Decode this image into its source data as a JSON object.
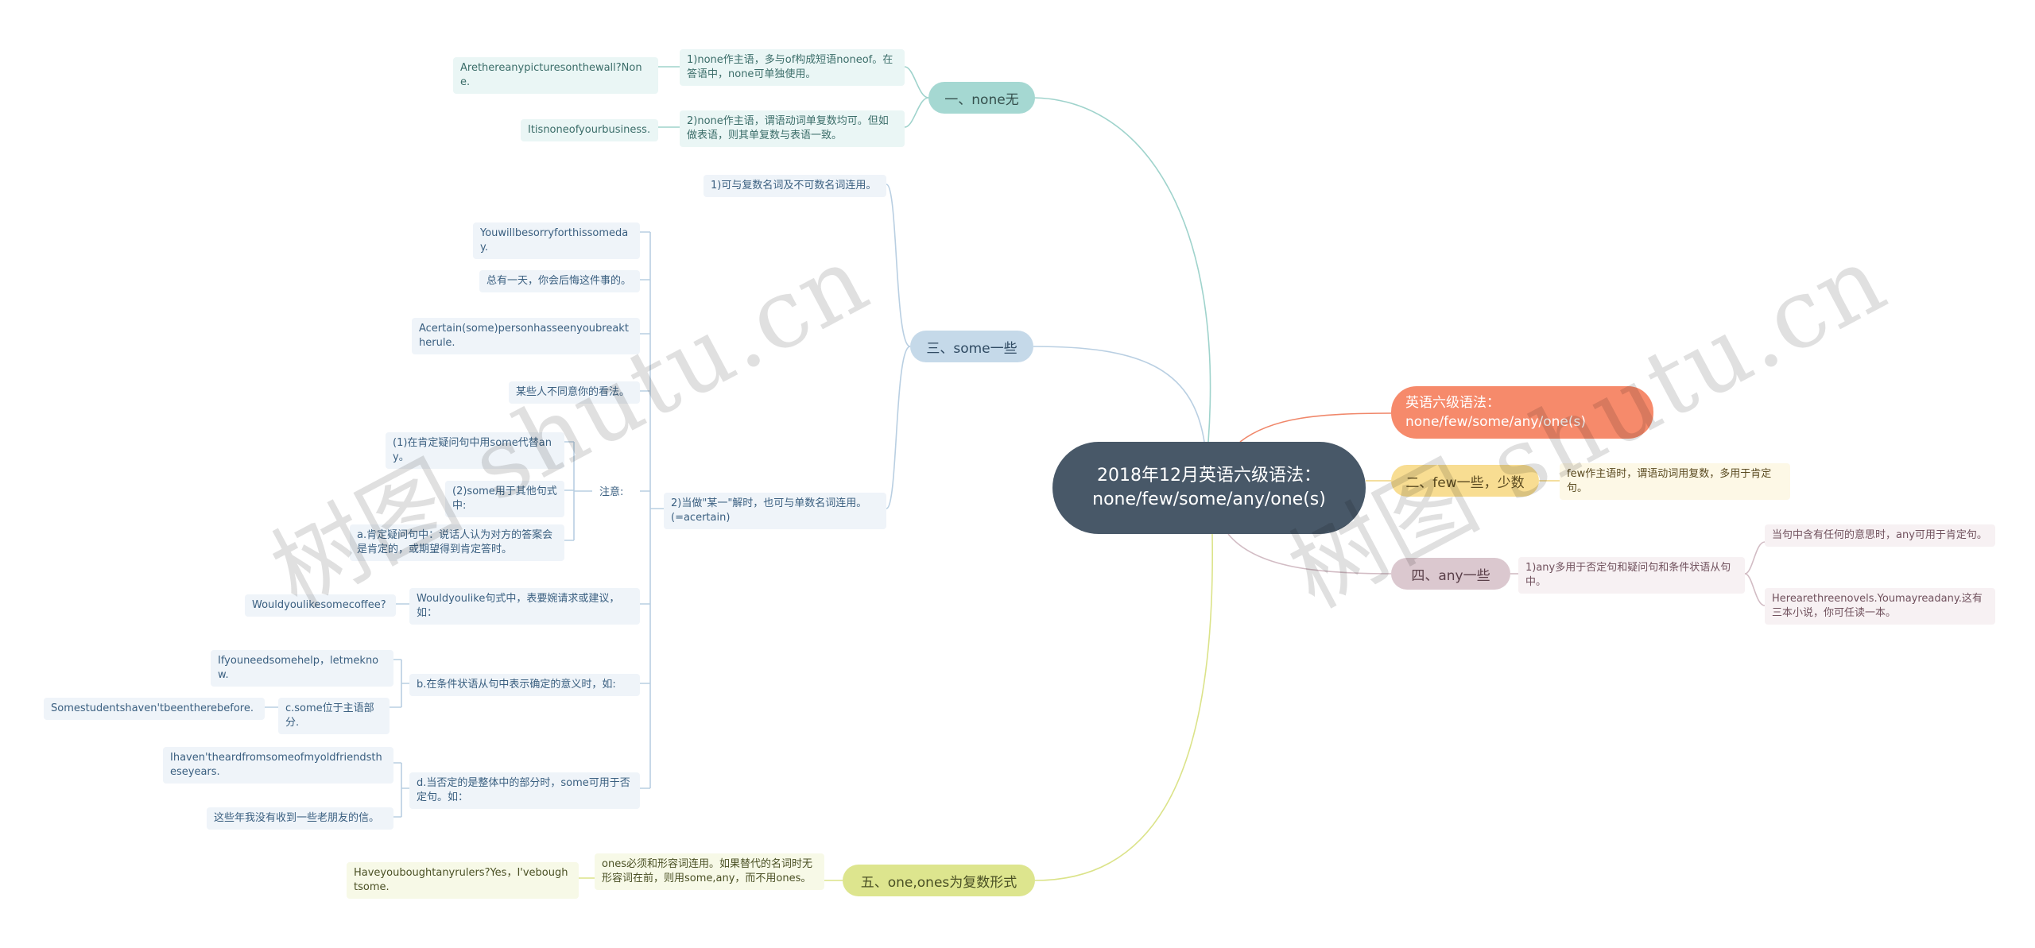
{
  "center": "2018年12月英语六级语法：none/few/some/any/one(s)",
  "title_node": "英语六级语法：none/few/some/any/one(s)",
  "colors": {
    "center": "#485868",
    "teal": "#a5d8d2",
    "blue": "#c5d9e9",
    "orange": "#f68a6b",
    "yellow": "#f8dd92",
    "mauve": "#dbc8cf",
    "green": "#dde58e"
  },
  "watermark": "树图 shutu.cn",
  "b1": {
    "label": "一、none无",
    "p1": "1)none作主语，多与of构成短语noneof。在答语中，none可单独使用。",
    "p1_ex": "Arethereanypicturesonthewall?None.",
    "p2": "2)none作主语，谓语动词单复数均可。但如做表语，则其单复数与表语一致。",
    "p2_ex": "Itisnoneofyourbusiness."
  },
  "b3": {
    "label": "三、some一些",
    "p1": "1)可与复数名词及不可数名词连用。",
    "p2": "2)当做\"某一\"解时，也可与单数名词连用。(=acertain)",
    "ex1": "Youwillbesorryforthissomeday.",
    "ex2": "总有一天，你会后悔这件事的。",
    "ex3": "Acertain(some)personhasseenyoubreaktherule.",
    "ex4": "某些人不同意你的看法。",
    "note": "注意:",
    "note1": "(1)在肯定疑问句中用some代替any。",
    "note2": "(2)some用于其他句式中:",
    "note3": "a.肯定疑问句中：说话人认为对方的答案会是肯定的，或期望得到肯定答时。",
    "would": "Wouldyoulike句式中，表要婉请求或建议，如：",
    "would_ex": "Wouldyoulikesomecoffee?",
    "cond": "b.在条件状语从句中表示确定的意义时，如:",
    "cond_ex": "Ifyouneedsomehelp，letmeknow.",
    "subj": "c.some位于主语部分.",
    "subj_ex": "Somestudentshaven'tbeentherebefore.",
    "neg": "d.当否定的是整体中的部分时，some可用于否定句。如：",
    "neg_ex1": "Ihaven'theardfromsomeofmyoldfriendstheseyears.",
    "neg_ex2": "这些年我没有收到一些老朋友的信。"
  },
  "b2": {
    "label": "二、few一些，少数",
    "p1": "few作主语时，谓语动词用复数，多用于肯定句。"
  },
  "b4": {
    "label": "四、any一些",
    "p1": "1)any多用于否定句和疑问句和条件状语从句中。",
    "c1": "当句中含有任何的意思时，any可用于肯定句。",
    "c2": "Herearethreenovels.Youmayreadany.这有三本小说，你可任读一本。"
  },
  "b5": {
    "label": "五、one,ones为复数形式",
    "p1": "ones必须和形容词连用。如果替代的名词时无形容词在前，则用some,any，而不用ones。",
    "ex": "Haveyouboughtanyrulers?Yes，I'veboughtsome."
  }
}
